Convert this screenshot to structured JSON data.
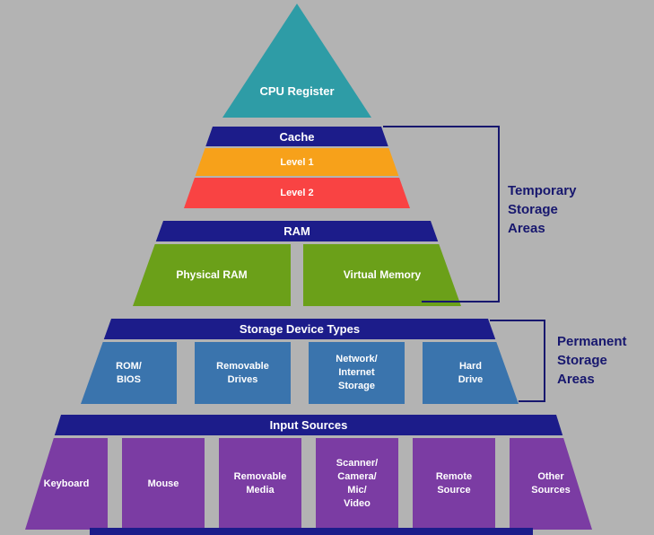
{
  "pyramid": {
    "cpu": {
      "label": "CPU\nRegister"
    },
    "cache": {
      "header": "Cache",
      "levels": [
        "Level 1",
        "Level 2"
      ]
    },
    "ram": {
      "header": "RAM",
      "boxes": [
        "Physical RAM",
        "Virtual Memory"
      ]
    },
    "storage": {
      "header": "Storage Device Types",
      "boxes": [
        "ROM/\nBIOS",
        "Removable\nDrives",
        "Network/\nInternet\nStorage",
        "Hard\nDrive"
      ]
    },
    "input": {
      "header": "Input Sources",
      "boxes": [
        "Keyboard",
        "Mouse",
        "Removable\nMedia",
        "Scanner/\nCamera/\nMic/\nVideo",
        "Remote\nSource",
        "Other\nSources"
      ]
    }
  },
  "annotations": {
    "temporary": "Temporary\nStorage\nAreas",
    "permanent": "Permanent\nStorage\nAreas"
  },
  "colors": {
    "background": "#b3b3b3",
    "teal": "#2e9ca6",
    "navy": "#1c1c8a",
    "orange": "#f7a11a",
    "red": "#f94343",
    "green": "#6ba019",
    "steel-blue": "#3a74ad",
    "purple": "#7b3ca3",
    "line": "#17176e",
    "annotation": "#17176e"
  }
}
